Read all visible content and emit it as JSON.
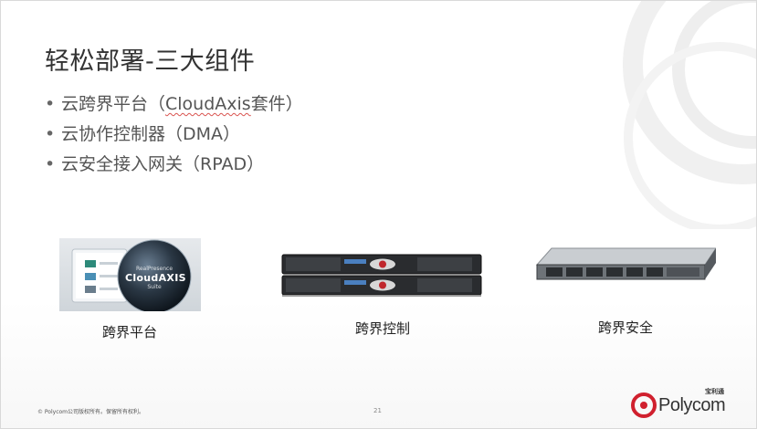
{
  "slide": {
    "title": "轻松部署-三大组件",
    "bullets": [
      {
        "before": "云跨界平台（",
        "marked": "CloudAxis",
        "after": "套件）"
      },
      {
        "before": "云协作控制器（DMA）",
        "marked": "",
        "after": ""
      },
      {
        "before": "云安全接入网关（RPAD）",
        "marked": "",
        "after": ""
      }
    ],
    "bullet_symbol": "•"
  },
  "products": [
    {
      "label": "跨界平台",
      "image_icon": "cloudaxis-product-image",
      "badge_line1": "RealPresence",
      "badge_line2": "CloudAXIS",
      "badge_line3": "Suite"
    },
    {
      "label": "跨界控制",
      "image_icon": "dma-server-image"
    },
    {
      "label": "跨界安全",
      "image_icon": "rpad-server-image"
    }
  ],
  "footer": {
    "copyright": "© Polycom公司版权所有。保留所有权利。",
    "page_number": "21"
  },
  "logo": {
    "cn_name": "宝利通",
    "en_name": "Polycom",
    "brand_color": "#d0202e"
  }
}
